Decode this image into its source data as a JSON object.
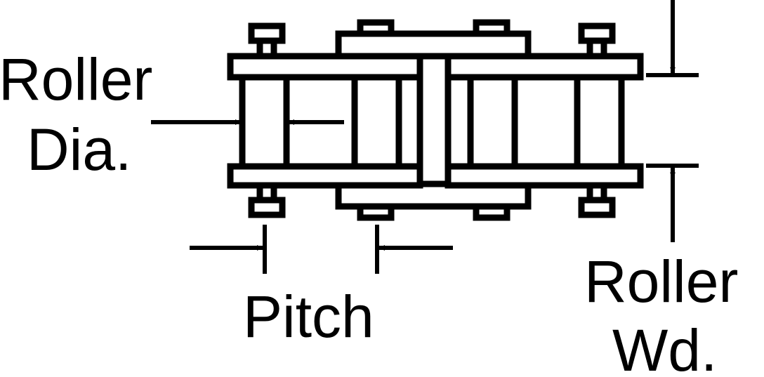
{
  "diagram": {
    "labels": {
      "roller_dia_line1": "Roller",
      "roller_dia_line2": "Dia.",
      "pitch": "Pitch",
      "roller_wd_line1": "Roller",
      "roller_wd_line2": "Wd."
    },
    "colors": {
      "stroke": "#000000",
      "background": "#ffffff"
    }
  }
}
